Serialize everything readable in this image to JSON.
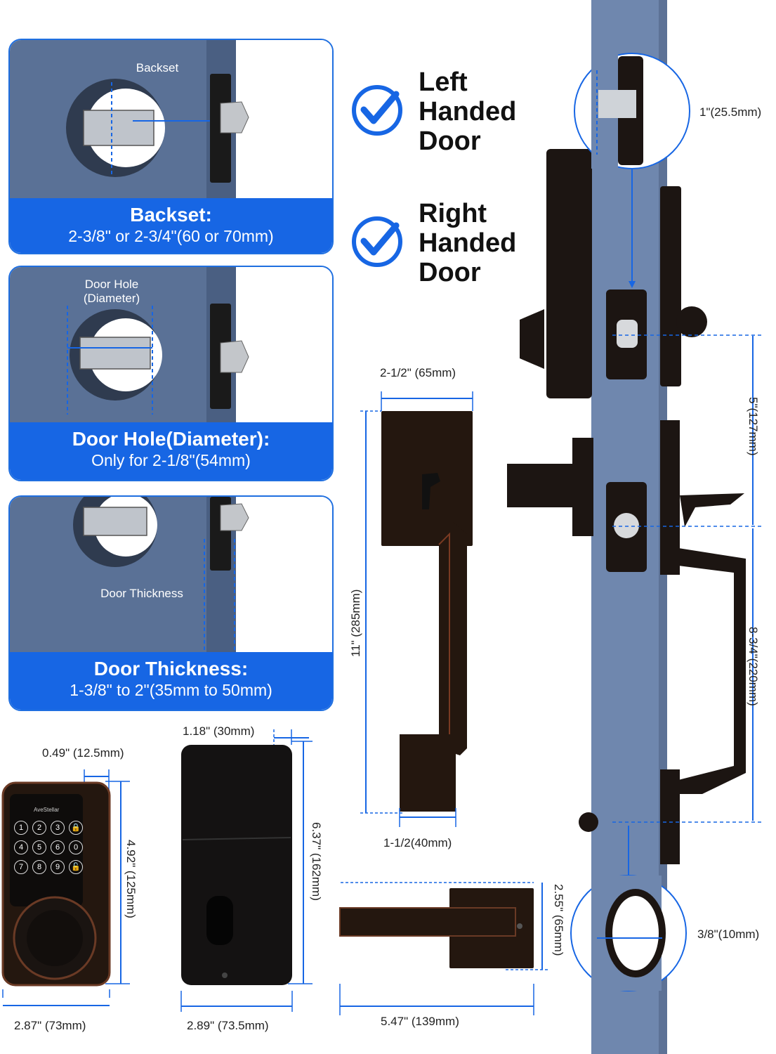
{
  "cards": [
    {
      "scene_label": "Backset",
      "title": "Backset:",
      "subtitle": "2-3/8\" or 2-3/4\"(60 or 70mm)"
    },
    {
      "scene_label": "Door Hole\n(Diameter)",
      "title": "Door Hole(Diameter):",
      "subtitle": "Only for 2-1/8\"(54mm)"
    },
    {
      "scene_label": "Door Thickness",
      "title": "Door Thickness:",
      "subtitle": "1-3/8\" to 2\"(35mm to 50mm)"
    }
  ],
  "handedness": [
    {
      "line1": "Left",
      "line2": "Handed",
      "line3": "Door"
    },
    {
      "line1": "Right",
      "line2": "Handed",
      "line3": "Door"
    }
  ],
  "keypad": {
    "brand": "AveStellar",
    "keys": [
      "1",
      "2",
      "3",
      "",
      "4",
      "5",
      "6",
      "0",
      "7",
      "8",
      "9",
      ""
    ],
    "dims": {
      "depth": "0.49\" (12.5mm)",
      "height": "4.92\" (125mm)",
      "width": "2.87\" (73mm)"
    }
  },
  "interior": {
    "dims": {
      "depth": "1.18\" (30mm)",
      "height": "6.37\" (162mm)",
      "width": "2.89\" (73.5mm)"
    }
  },
  "handle": {
    "dims": {
      "top_width": "2-1/2\" (65mm)",
      "height": "11\" (285mm)",
      "bottom_width": "1-1/2(40mm)"
    }
  },
  "lever": {
    "dims": {
      "height": "2.55\" (65mm)",
      "length": "5.47\" (139mm)"
    }
  },
  "door": {
    "dims": {
      "latch": "1\"(25.5mm)",
      "spacing1": "5\"(127mm)",
      "spacing2": "8-3/4\"(220mm)",
      "hole": "3/8\"(10mm)"
    }
  },
  "colors": {
    "accent": "#1766e4",
    "door": "#6f87ae",
    "bronze": "#2a1b14"
  }
}
